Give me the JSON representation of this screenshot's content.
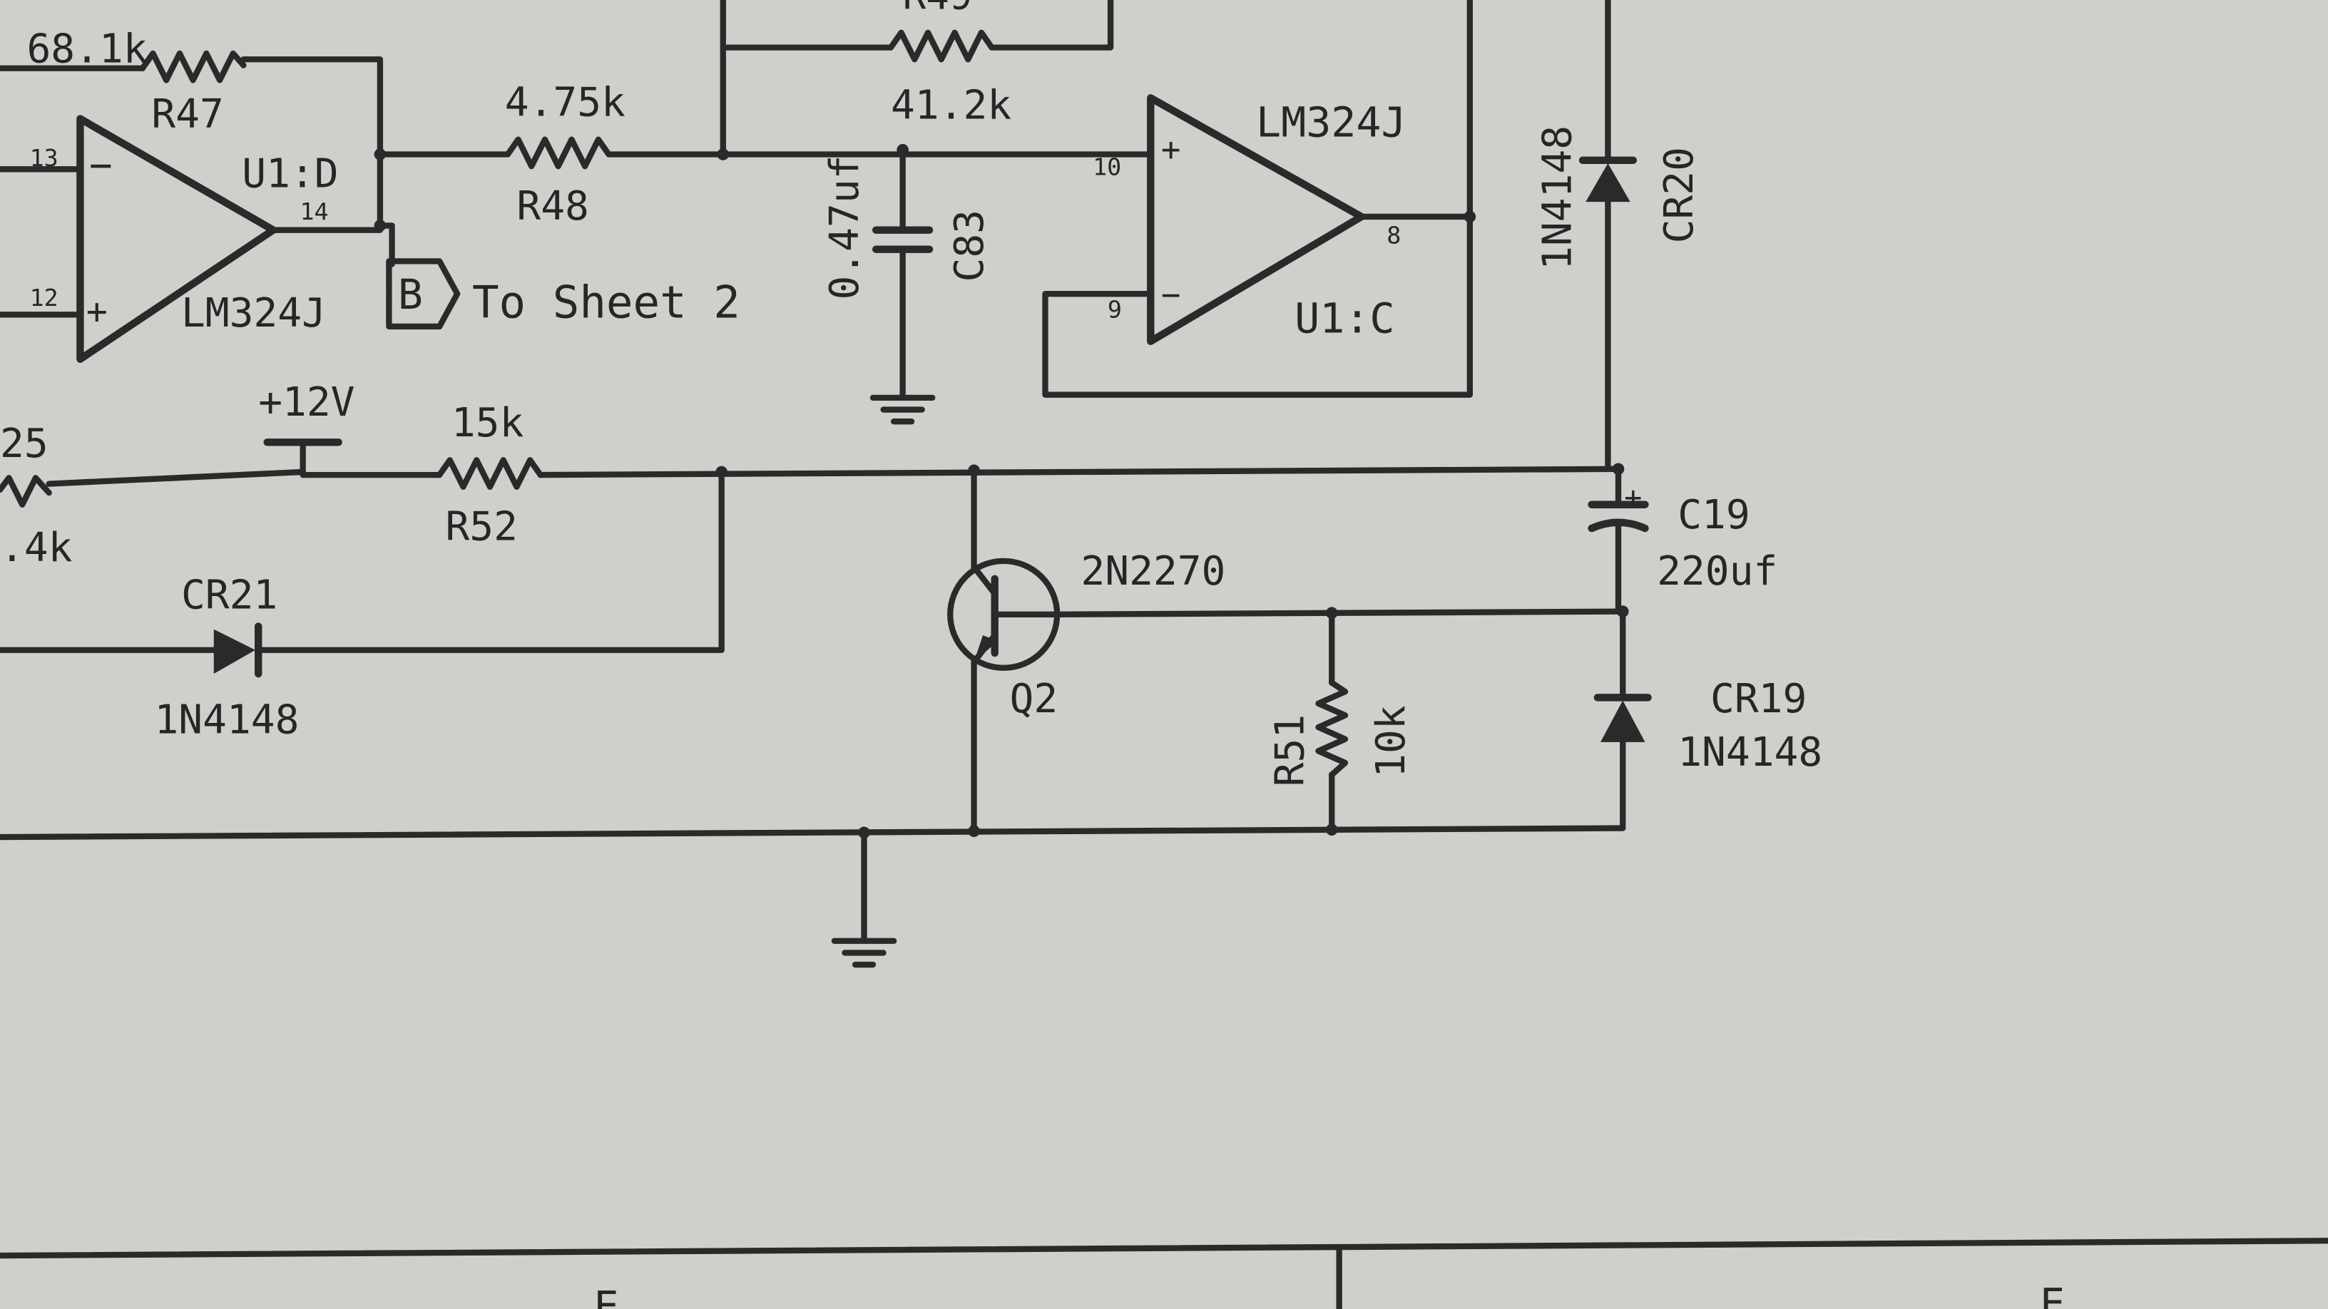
{
  "labels": {
    "r47_value": "68.1k",
    "r47_ref": "R47",
    "r48_value": "4.75k",
    "r48_ref": "R48",
    "r49_ref_partial": "R49",
    "r49_value": "41.2k",
    "u1d_ref": "U1:D",
    "u1d_part": "LM324J",
    "u1d_pin_inv": "13",
    "u1d_pin_noninv": "12",
    "u1d_pin_out": "14",
    "offpage_connector": "B",
    "offpage_text": "To Sheet 2",
    "c83_value": "0.47uf",
    "c83_ref": "C83",
    "u1c_part": "LM324J",
    "u1c_ref": "U1:C",
    "u1c_pin_noninv": "10",
    "u1c_pin_inv": "9",
    "u1c_pin_out": "8",
    "cr20_part": "1N4148",
    "cr20_ref": "CR20",
    "left_res_value_a": "25",
    "left_res_value_b": ".4k",
    "plus12v": "+12V",
    "r52_value": "15k",
    "r52_ref": "R52",
    "cr21_ref": "CR21",
    "cr21_part": "1N4148",
    "q2_part": "2N2270",
    "q2_ref": "Q2",
    "c19_ref": "C19",
    "c19_value": "220uf",
    "r51_ref": "R51",
    "r51_value": "10k",
    "cr19_ref": "CR19",
    "cr19_part": "1N4148",
    "plus_sign": "+",
    "minus_sign": "−",
    "frame_letter_left": "E",
    "frame_letter_right": "E"
  },
  "colors": {
    "paper": "#cfd0cb",
    "ink": "#2a2a2a"
  }
}
